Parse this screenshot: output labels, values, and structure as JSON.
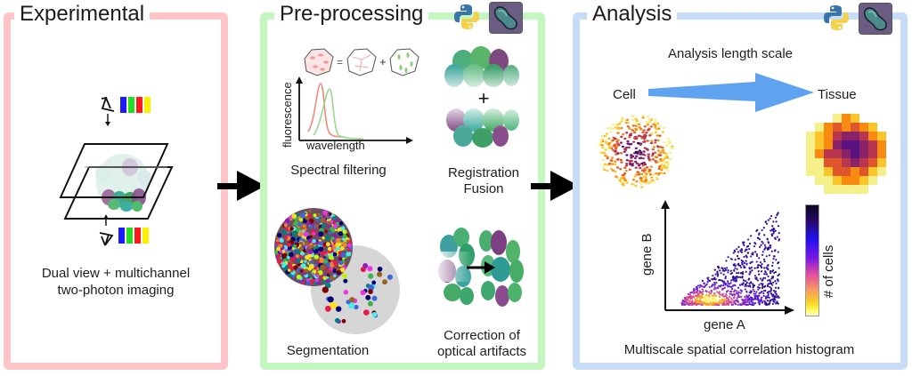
{
  "panels": {
    "experimental": {
      "title": "Experimental",
      "color": "#ffc4c8",
      "caption_line1": "Dual view + multichannel",
      "caption_line2": "two-photon imaging",
      "channels": [
        "#1a1aff",
        "#22dd22",
        "#ff1a1a",
        "#ffee00"
      ]
    },
    "preprocessing": {
      "title": "Pre-processing",
      "color": "#c4f7bf",
      "spectral": {
        "label": "Spectral filtering",
        "xlabel": "wavelength",
        "ylabel": "fluorescence",
        "equals": "=",
        "plus": "+"
      },
      "registration": {
        "label_line1": "Registration",
        "label_line2": "Fusion",
        "plus": "+"
      },
      "segmentation": {
        "label": "Segmentation"
      },
      "correction": {
        "label_line1": "Correction of",
        "label_line2": "optical artifacts"
      },
      "icons": [
        "python-logo",
        "napari-logo"
      ]
    },
    "analysis": {
      "title": "Analysis",
      "color": "#c6dcf7",
      "scale_title": "Analysis length scale",
      "scale_from": "Cell",
      "scale_to": "Tissue",
      "scatter": {
        "xlabel": "gene A",
        "ylabel": "gene B",
        "colorbar_label": "# of cells"
      },
      "caption": "Multiscale spatial correlation histogram",
      "icons": [
        "python-logo",
        "napari-logo"
      ]
    }
  },
  "flow_arrows": [
    "experimental-to-preprocessing",
    "preprocessing-to-analysis"
  ]
}
